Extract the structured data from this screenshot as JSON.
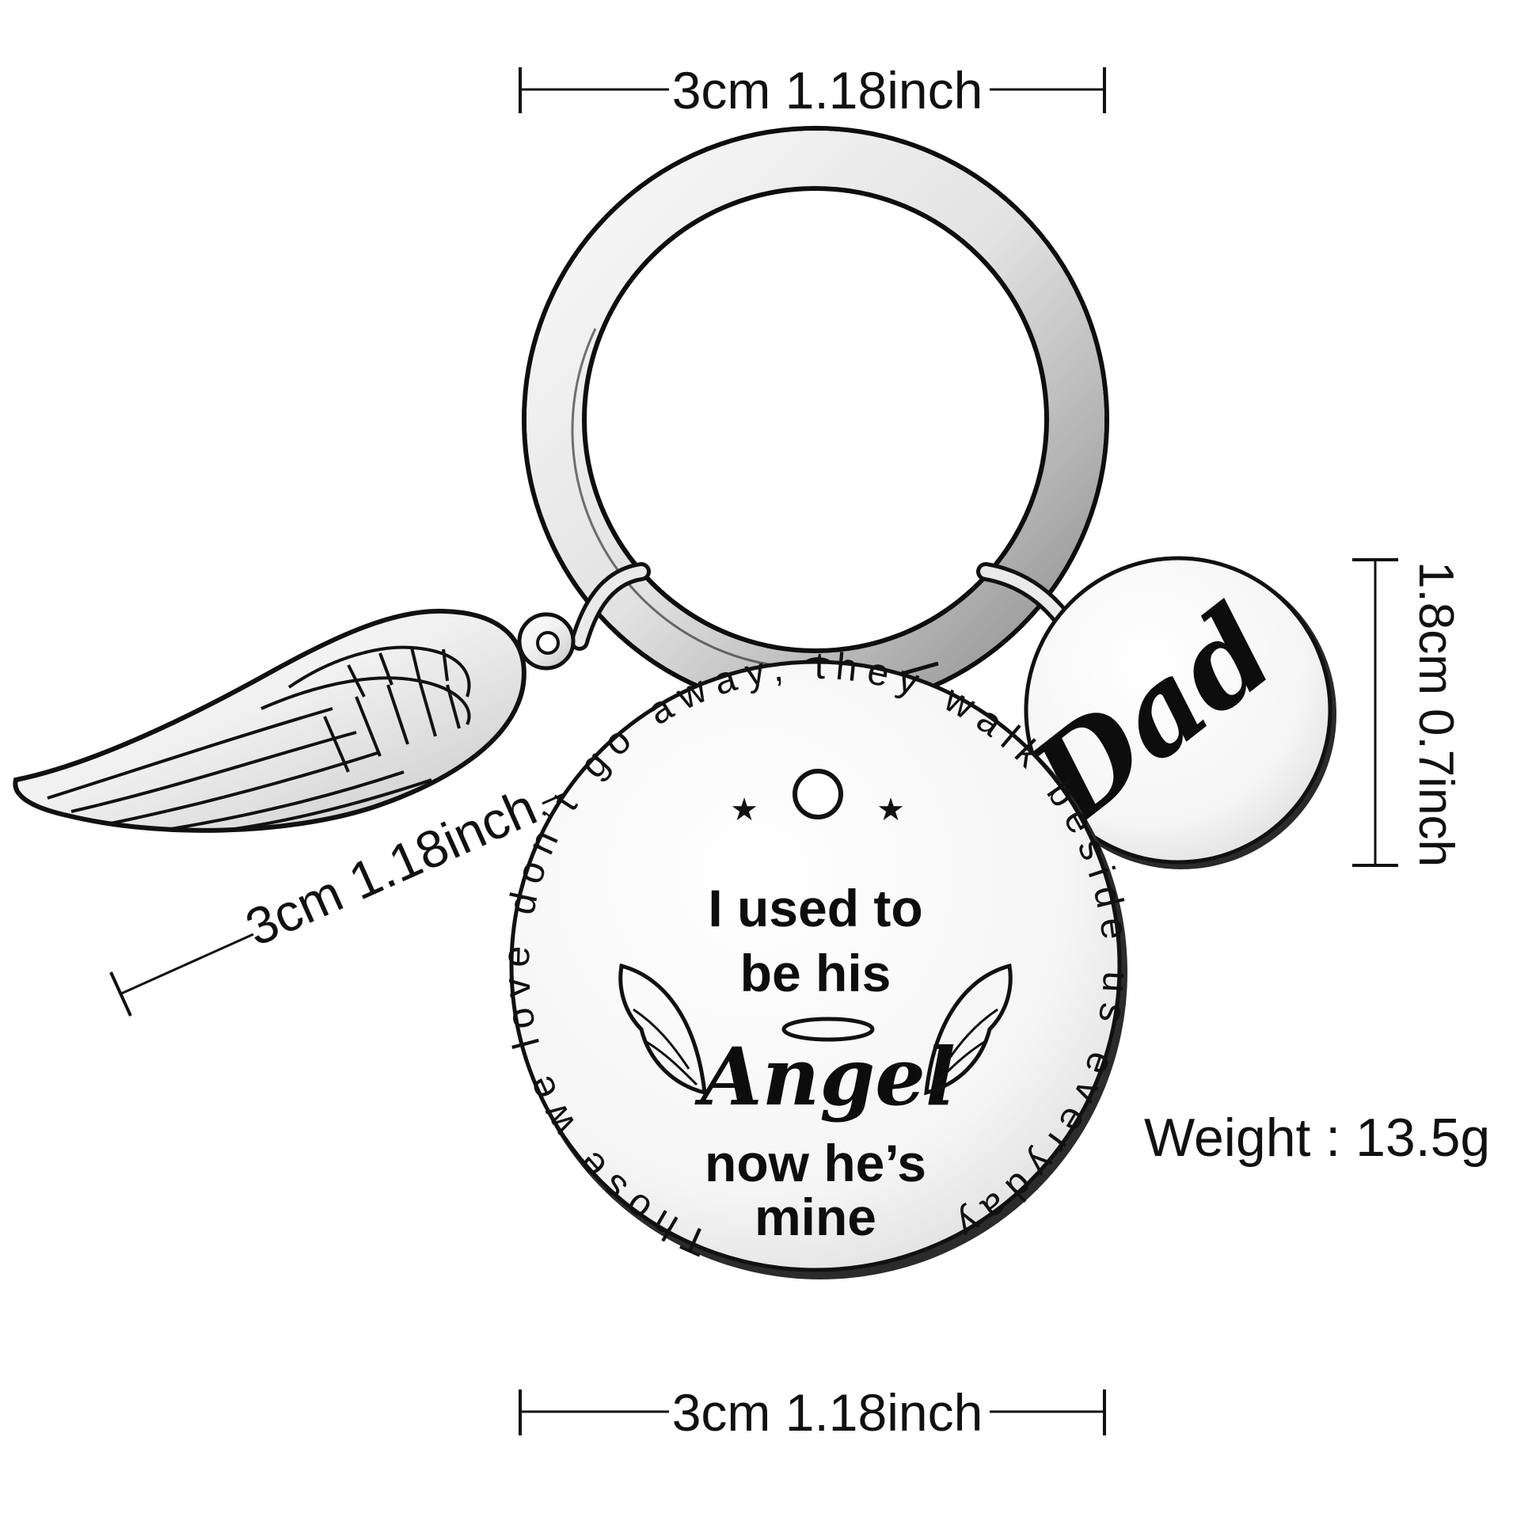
{
  "dimensions": {
    "top_width": "3cm 1.18inch",
    "wing_length": "3cm 1.18inch",
    "bottom_width": "3cm 1.18inch",
    "dad_charm_height": "1.8cm 0.7inch",
    "weight": "Weight : 13.5g"
  },
  "main_pendant": {
    "line1": "I used to",
    "line2": "be his",
    "script_word": "Angel",
    "line3": "now he’s",
    "line4": "mine",
    "ring_text": "Those we love don’t go away, they walk beside us everyday",
    "star_glyph": "★"
  },
  "dad_charm": {
    "script_word": "Dad"
  },
  "colors": {
    "metal_light": "#f4f4f4",
    "metal_mid": "#c9c9c9",
    "metal_dark": "#6e6e6e",
    "ink": "#0d0d0d"
  }
}
